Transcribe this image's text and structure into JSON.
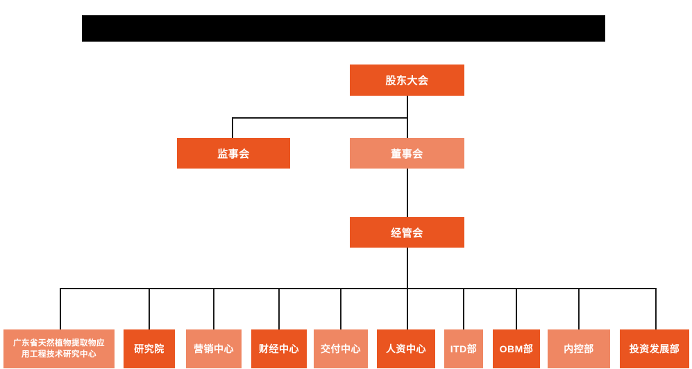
{
  "chart_title_banner": {
    "redacted": true,
    "text": ""
  },
  "palette": {
    "dark_orange": "#ea5520",
    "light_orange": "#ef8763",
    "line": "#1a1a1a",
    "background": "#ffffff",
    "text": "#ffffff",
    "banner": "#000000"
  },
  "org": {
    "level1": {
      "label": "股东大会",
      "tone": "dark"
    },
    "level2": [
      {
        "label": "监事会",
        "tone": "dark"
      },
      {
        "label": "董事会",
        "tone": "light"
      }
    ],
    "level3": {
      "label": "经管会",
      "tone": "dark"
    },
    "departments": [
      {
        "label": "广东省天然植物提取物应\n用工程技术研究中心",
        "tone": "light"
      },
      {
        "label": "研究院",
        "tone": "dark"
      },
      {
        "label": "营销中心",
        "tone": "light"
      },
      {
        "label": "财经中心",
        "tone": "dark"
      },
      {
        "label": "交付中心",
        "tone": "light"
      },
      {
        "label": "人资中心",
        "tone": "dark"
      },
      {
        "label": "ITD部",
        "tone": "light"
      },
      {
        "label": "OBM部",
        "tone": "dark"
      },
      {
        "label": "内控部",
        "tone": "light"
      },
      {
        "label": "投资发展部",
        "tone": "dark"
      }
    ]
  }
}
